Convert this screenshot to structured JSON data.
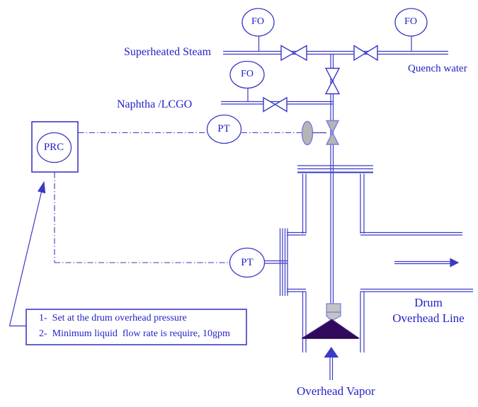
{
  "labels": {
    "superheated_steam": "Superheated Steam",
    "naphtha_lcgo": "Naphtha /LCGO",
    "quench_water": "Quench water",
    "drum_overhead_line_1": "Drum",
    "drum_overhead_line_2": "Overhead Line",
    "overhead_vapor": "Overhead Vapor"
  },
  "instruments": {
    "fo_steam": "FO",
    "fo_quench": "FO",
    "fo_naphtha": "FO",
    "pt_line": "PT",
    "pt_drum": "PT",
    "prc": "PRC"
  },
  "notes": {
    "line1": "1-  Set at the drum overhead pressure",
    "line2": "2-  Minimum liquid  flow rate is require, 10gpm"
  },
  "colors": {
    "line_blue": "#3a3ac6",
    "text_blue": "#2323c8",
    "valve_gray": "#b5b5b5",
    "spray_purple": "#31095c"
  }
}
